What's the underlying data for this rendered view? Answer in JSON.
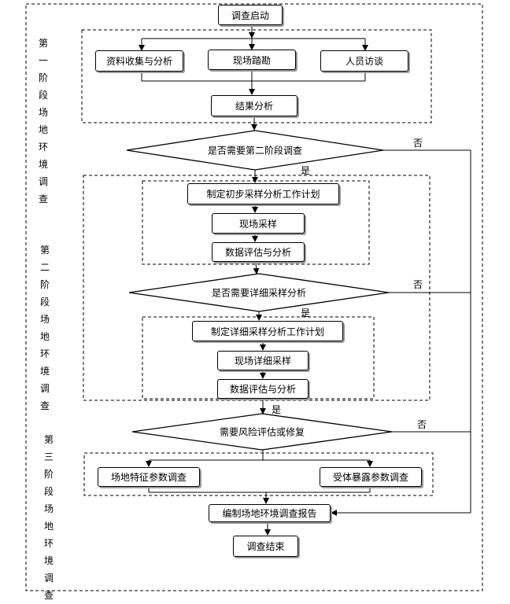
{
  "start": "调查启动",
  "phase1": {
    "title": [
      "第一",
      "阶段",
      "场地",
      "环境",
      "调查"
    ],
    "steps": [
      "资料收集与分析",
      "现场踏勘",
      "人员访谈"
    ],
    "result": "结果分析"
  },
  "decision1": "是否需要第二阶段调查",
  "phase2": {
    "title": [
      "第二",
      "阶段",
      "场地",
      "环境",
      "调查"
    ],
    "initial": [
      "制定初步采样分析工作计划",
      "现场采样",
      "数据评估与分析"
    ],
    "decision": "是否需要详细采样分析",
    "detailed": [
      "制定详细采样分析工作计划",
      "现场详细采样",
      "数据评估与分析"
    ]
  },
  "decision3": "需要风险评估或修复",
  "phase3": {
    "title": [
      "第三",
      "阶段",
      "场地",
      "环境",
      "调查"
    ],
    "steps": [
      "场地特征参数调查",
      "受体暴露参数调查"
    ]
  },
  "report": "编制场地环境调查报告",
  "end": "调查结束",
  "labels": {
    "yes": "是",
    "no": "否"
  }
}
